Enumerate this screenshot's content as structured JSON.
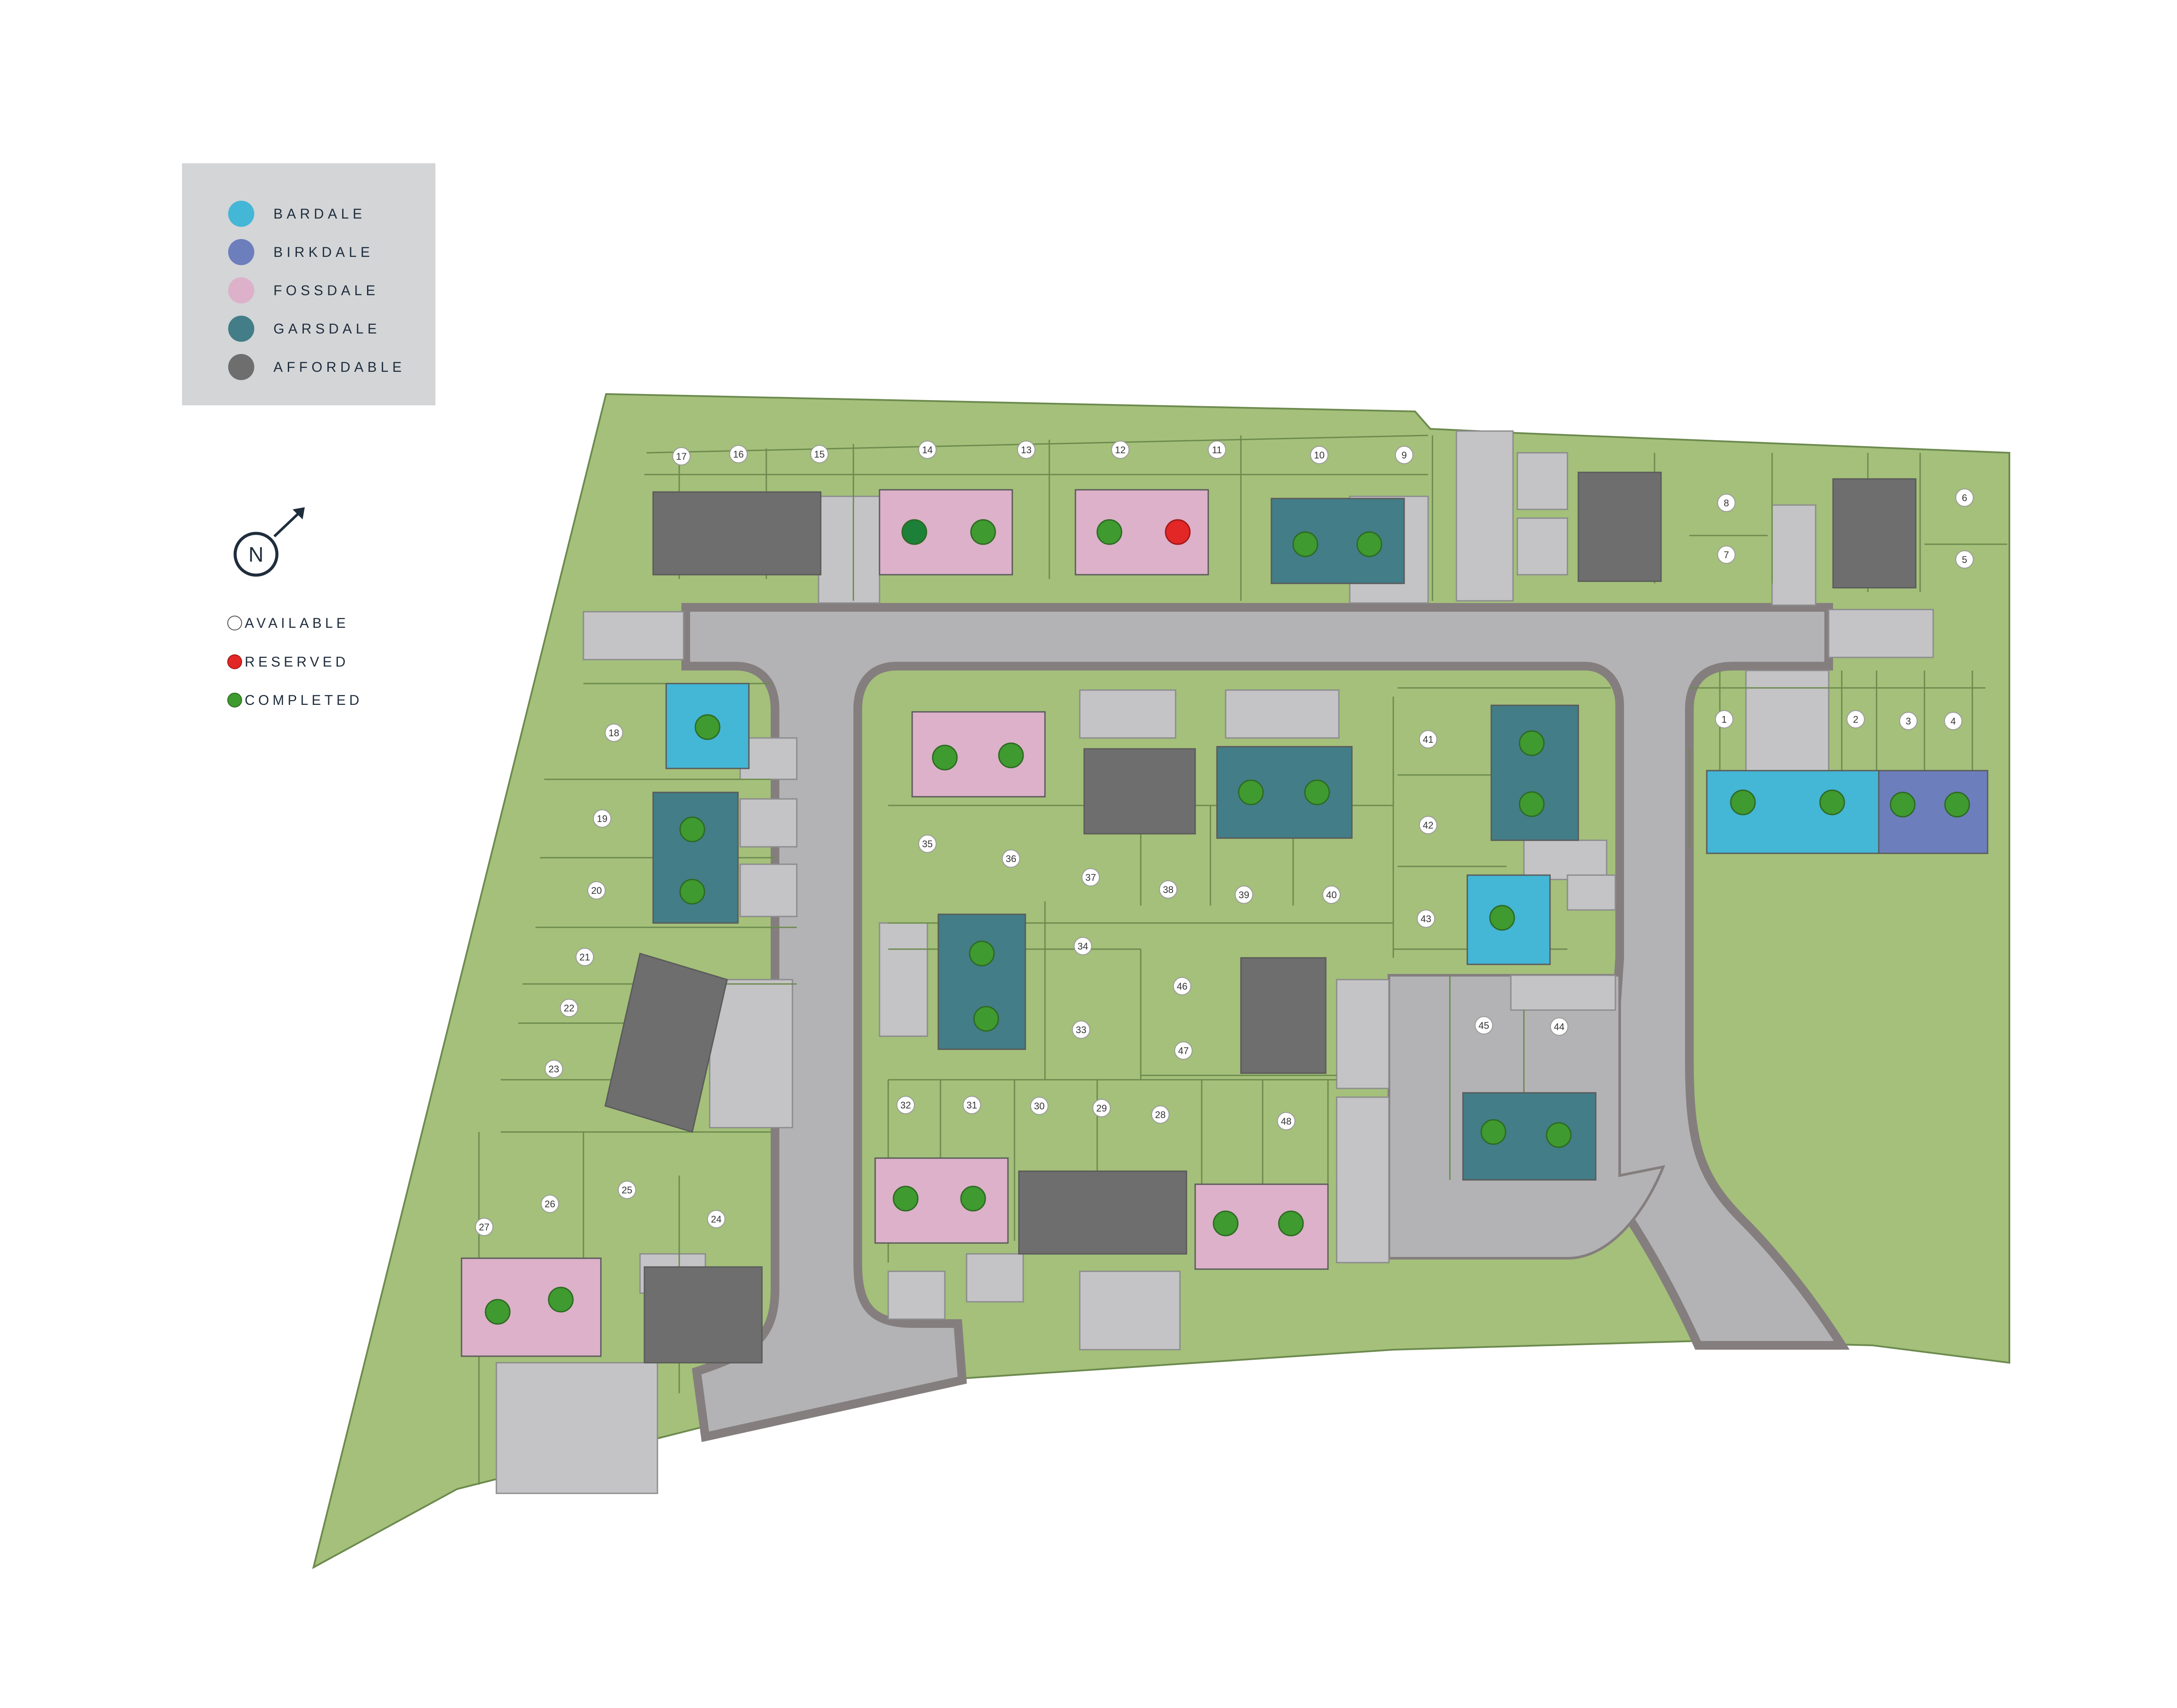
{
  "legend": {
    "house_types": [
      {
        "label": "BARDALE",
        "color": "#44b6d6"
      },
      {
        "label": "BIRKDALE",
        "color": "#6d7ebd"
      },
      {
        "label": "FOSSDALE",
        "color": "#dcb1c9"
      },
      {
        "label": "GARSDALE",
        "color": "#437d87"
      },
      {
        "label": "AFFORDABLE",
        "color": "#6e6e6e"
      }
    ],
    "statuses": [
      {
        "label": "AVAILABLE",
        "color": "#ffffff"
      },
      {
        "label": "RESERVED",
        "color": "#e32626"
      },
      {
        "label": "COMPLETED",
        "color": "#3f9a30"
      }
    ]
  },
  "compass": {
    "label": "N"
  },
  "colors": {
    "grass": "#a4c07a",
    "grass_line": "#6c8a4e",
    "road": "#b3b3b5",
    "road_edge": "#857e7e",
    "parking": "#c4c4c6",
    "completed_dark": "#2e8b3a"
  },
  "plots": [
    "1",
    "2",
    "3",
    "4",
    "5",
    "6",
    "7",
    "8",
    "9",
    "10",
    "11",
    "12",
    "13",
    "14",
    "15",
    "16",
    "17",
    "18",
    "19",
    "20",
    "21",
    "22",
    "23",
    "24",
    "25",
    "26",
    "27",
    "28",
    "29",
    "30",
    "31",
    "32",
    "33",
    "34",
    "35",
    "36",
    "37",
    "38",
    "39",
    "40",
    "41",
    "42",
    "43",
    "44",
    "45",
    "46",
    "47",
    "48"
  ]
}
